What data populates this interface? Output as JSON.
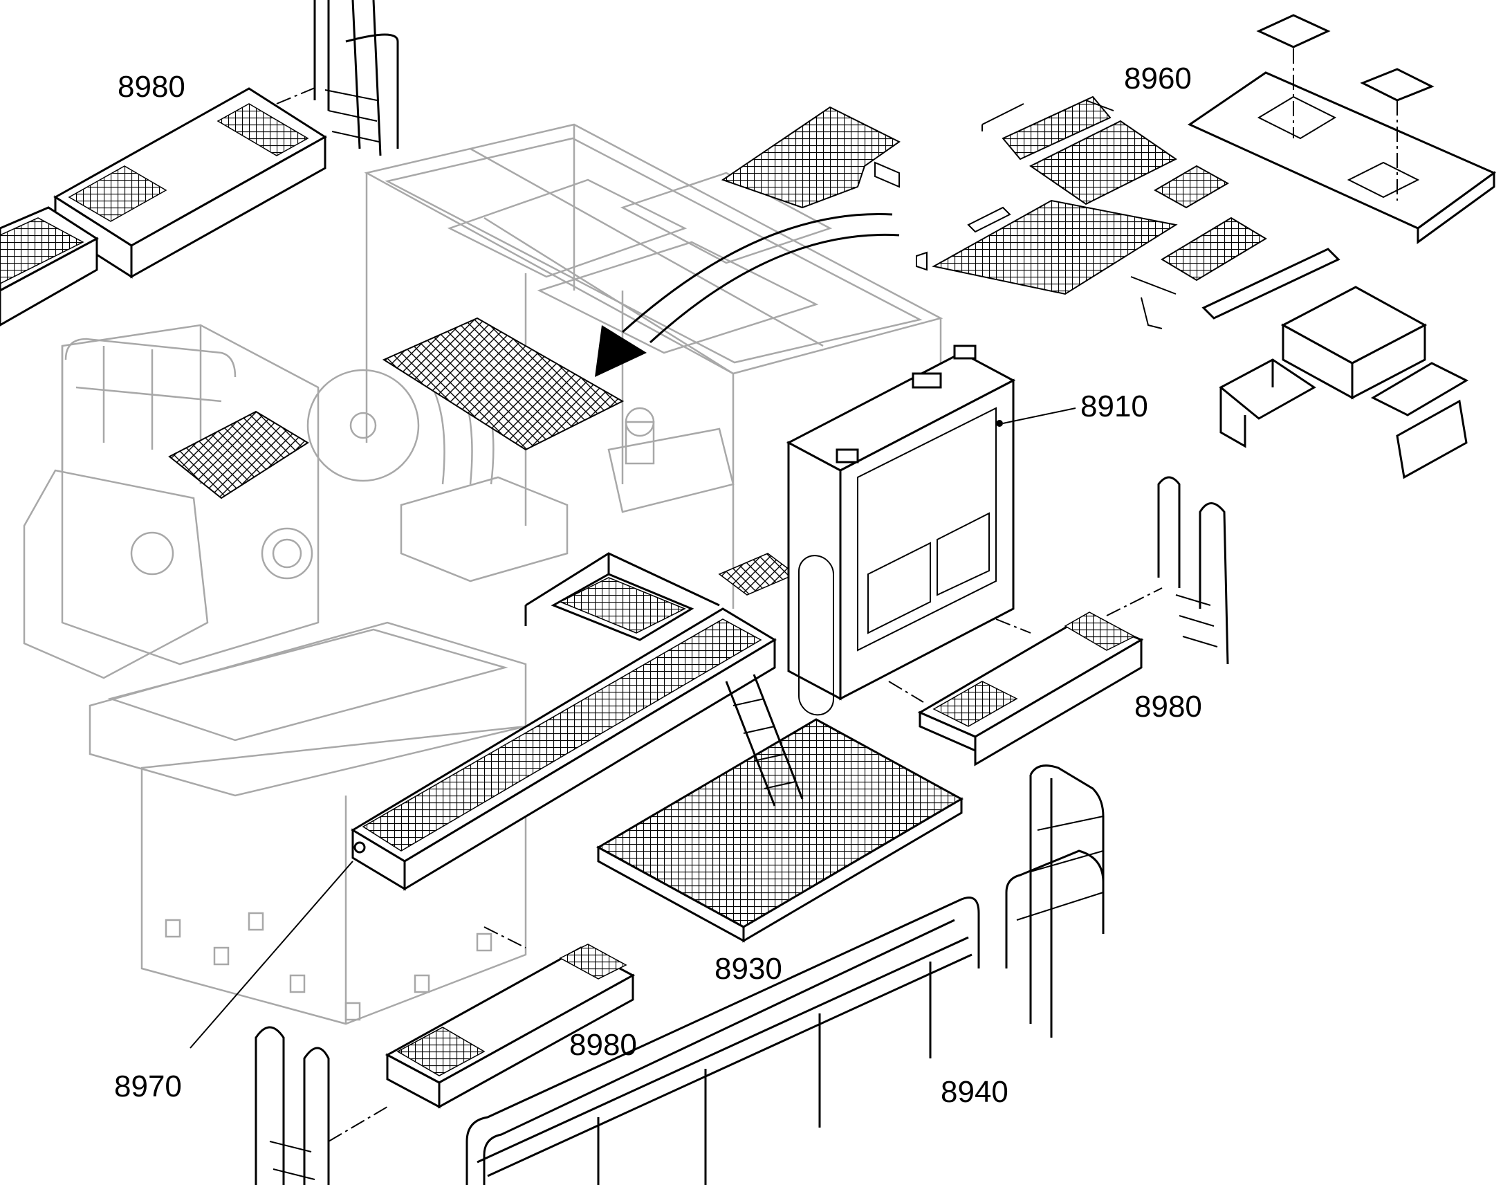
{
  "diagram": {
    "labels": {
      "top_left_steps": "8980",
      "top_right_floor": "8960",
      "cabinet": "8910",
      "right_steps": "8980",
      "bottom_steps": "8980",
      "long_walkway": "8970",
      "platform": "8930",
      "railing": "8940"
    }
  },
  "colors": {
    "line": "#000000",
    "ghost_line": "#a8a8a8",
    "background": "#ffffff"
  }
}
